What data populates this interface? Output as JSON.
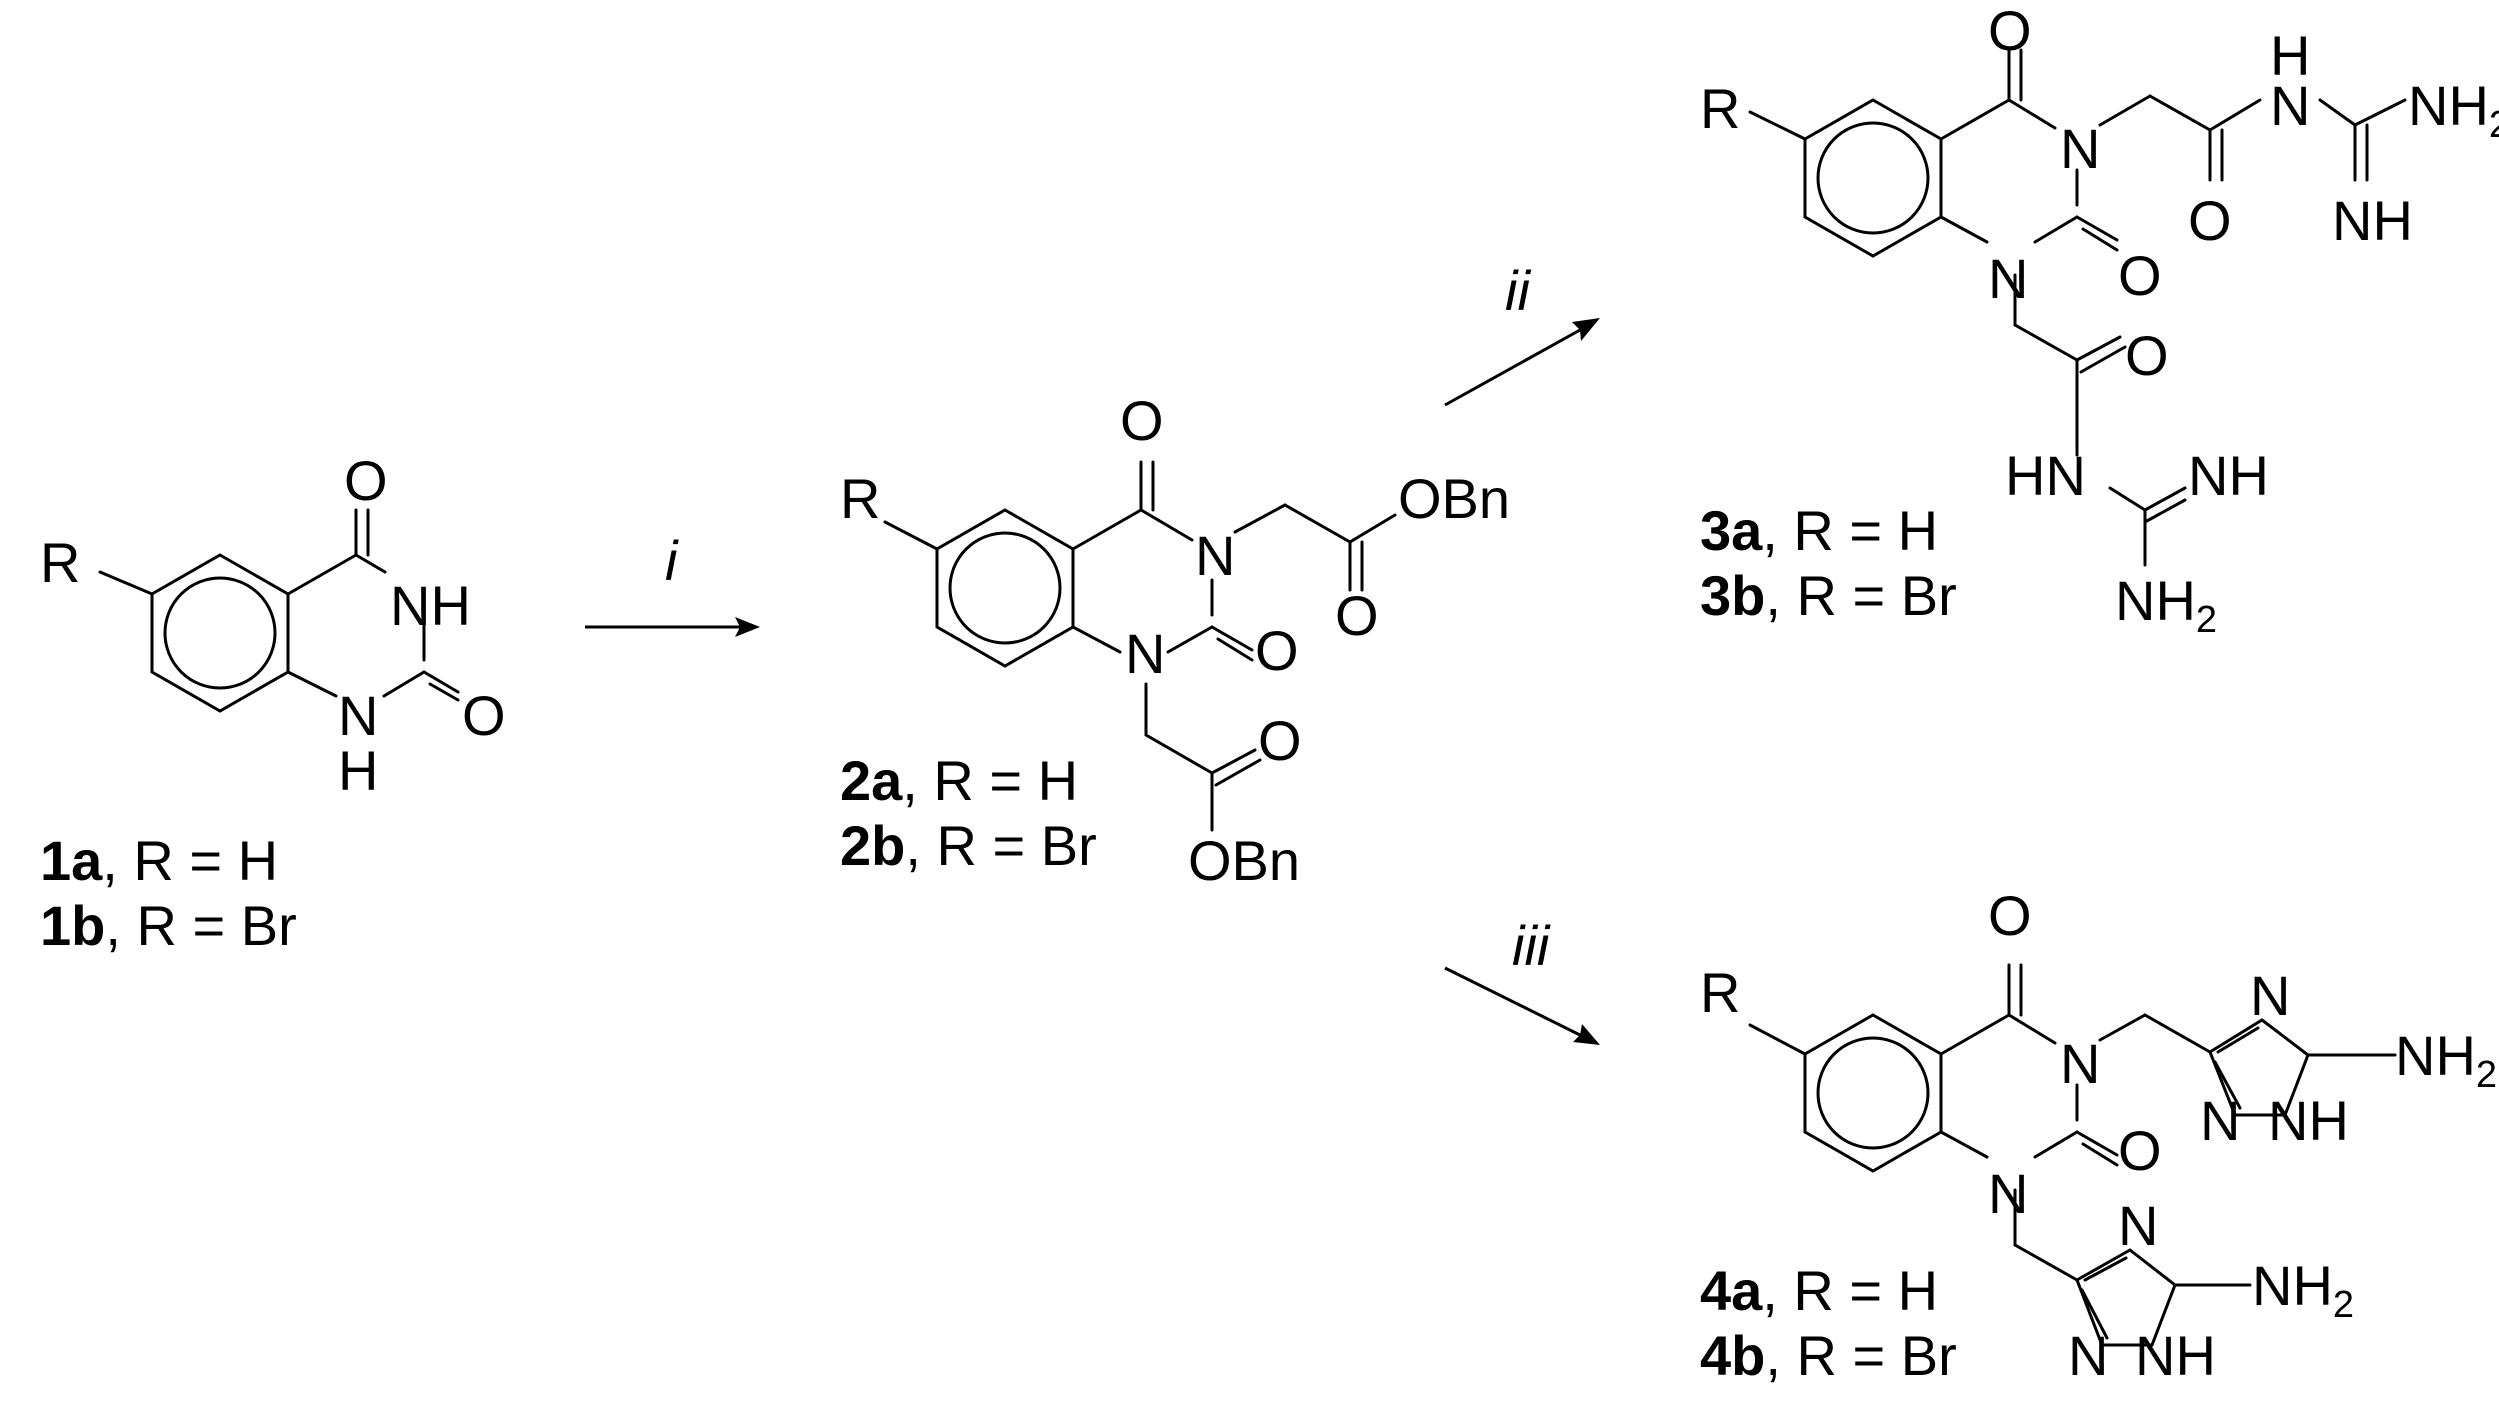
{
  "conditions": {
    "i": "i",
    "ii": "ii",
    "iii": "iii"
  },
  "atoms": {
    "R": "R",
    "O": "O",
    "N": "N",
    "NH": "NH",
    "HN": "HN",
    "H": "H",
    "NH2": "NH",
    "two": "2",
    "OBn": "OBn"
  },
  "compounds": {
    "c1": {
      "a_id": "1a",
      "a_text": ", R = H",
      "b_id": "1b",
      "b_text": ", R = Br"
    },
    "c2": {
      "a_id": "2a",
      "a_text": ", R = H",
      "b_id": "2b",
      "b_text": ", R = Br"
    },
    "c3": {
      "a_id": "3a",
      "a_text": ", R = H",
      "b_id": "3b",
      "b_text": ", R = Br"
    },
    "c4": {
      "a_id": "4a",
      "a_text": ", R = H",
      "b_id": "4b",
      "b_text": ", R = Br"
    }
  },
  "colors": {
    "ink": "#000000",
    "background": "#ffffff"
  }
}
